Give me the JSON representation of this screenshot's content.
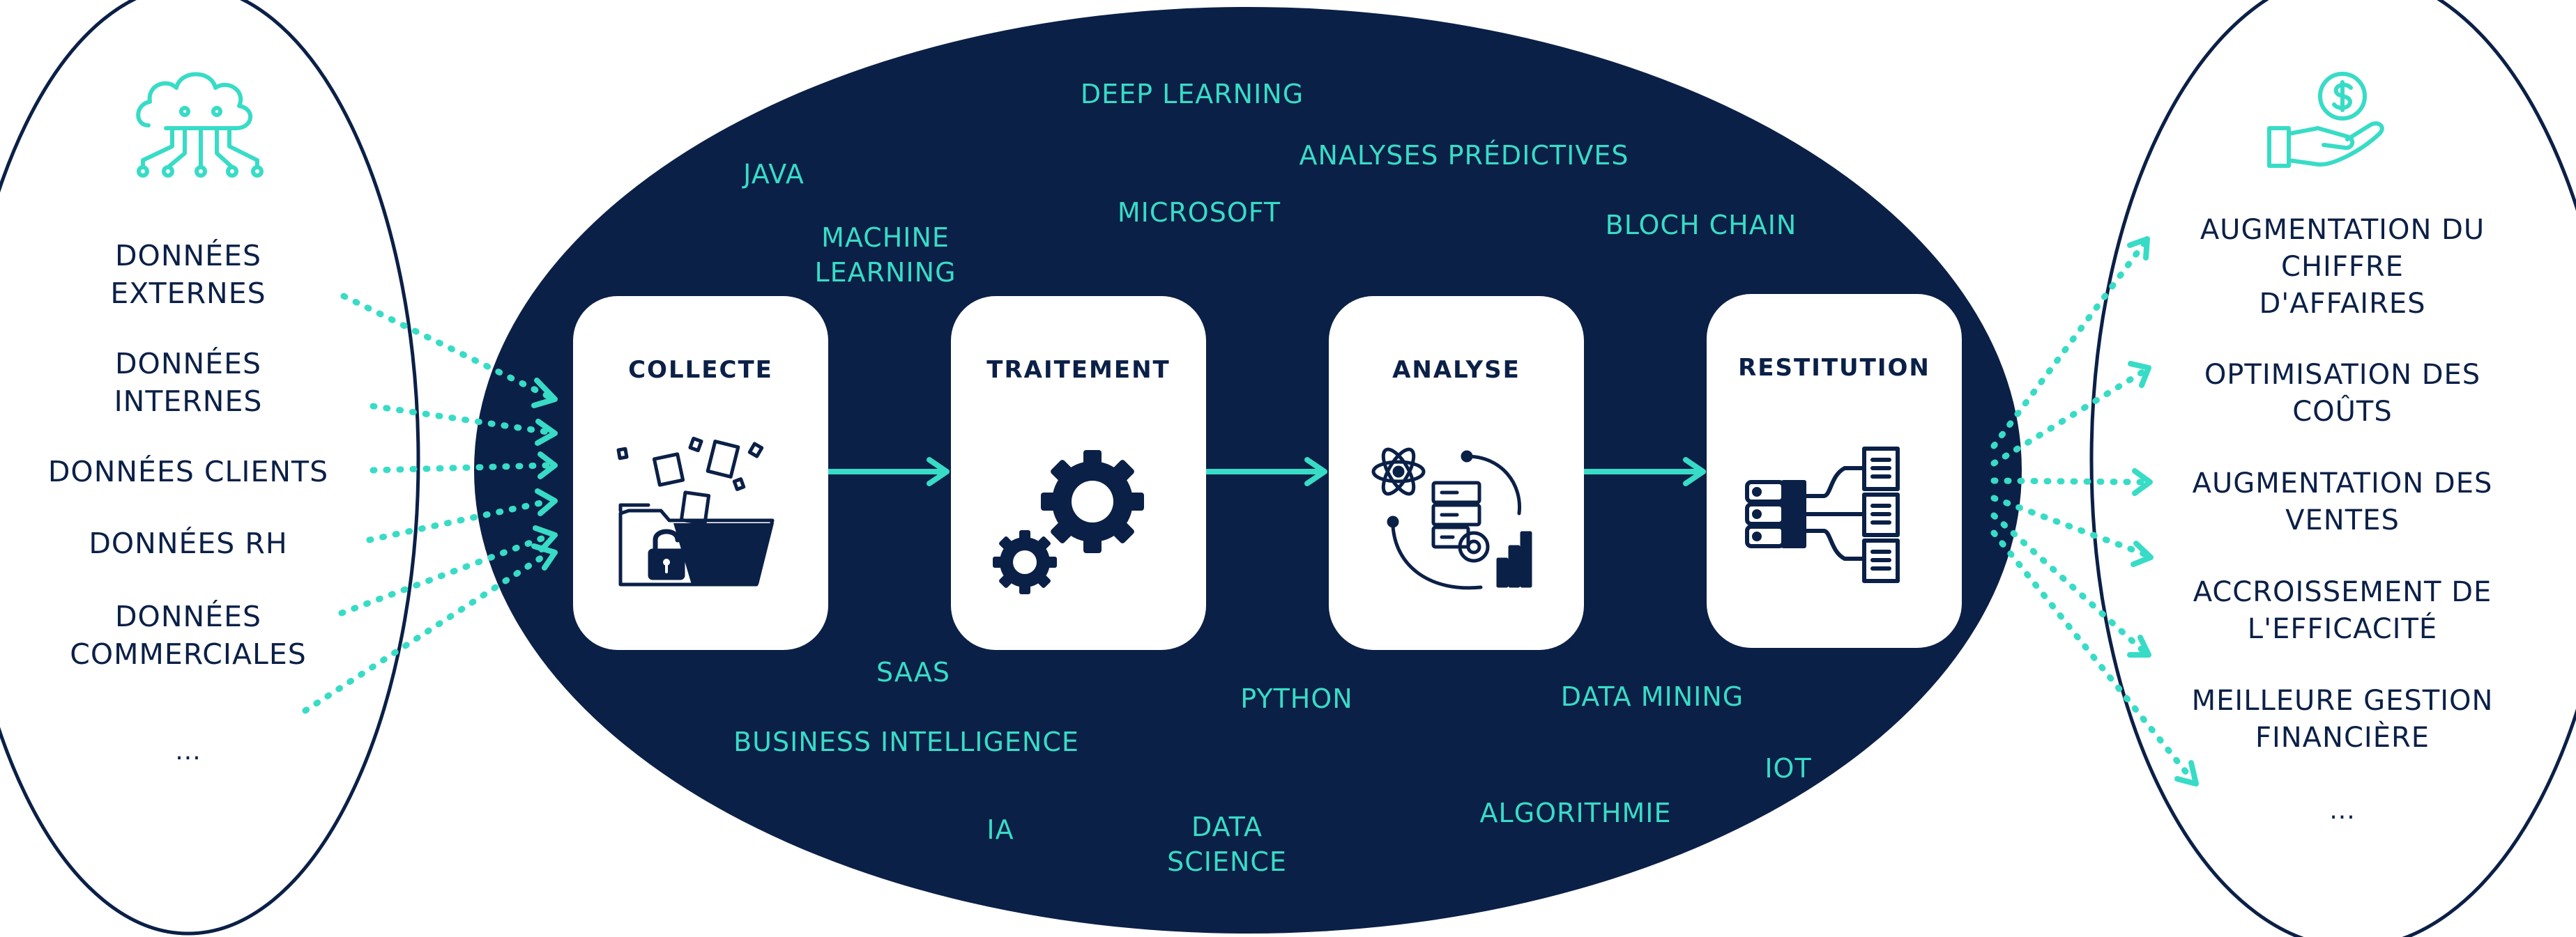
{
  "colors": {
    "navy": "#0b2047",
    "accent": "#38dcc6",
    "background": "#ffffff"
  },
  "sources": [
    "DONNÉES\nEXTERNES",
    "DONNÉES\nINTERNES",
    "DONNÉES CLIENTS",
    "DONNÉES RH",
    "DONNÉES\nCOMMERCIALES",
    "..."
  ],
  "steps": [
    "COLLECTE",
    "TRAITEMENT",
    "ANALYSE",
    "RESTITUTION"
  ],
  "step_icons": [
    "folder-lock-icon",
    "gears-icon",
    "data-analysis-icon",
    "server-network-icon"
  ],
  "keywords": [
    "DEEP LEARNING",
    "JAVA",
    "ANALYSES PRÉDICTIVES",
    "MACHINE\nLEARNING",
    "MICROSOFT",
    "BLOCH CHAIN",
    "SAAS",
    "PYTHON",
    "DATA MINING",
    "BUSINESS INTELLIGENCE",
    "IOT",
    "IA",
    "DATA\nSCIENCE",
    "ALGORITHMIE"
  ],
  "results": [
    "AUGMENTATION DU\nCHIFFRE\nD'AFFAIRES",
    "OPTIMISATION DES\nCOÛTS",
    "AUGMENTATION DES\nVENTES",
    "ACCROISSEMENT DE\nL'EFFICACITÉ",
    "MEILLEURE GESTION\nFINANCIÈRE",
    "..."
  ],
  "left_icon": "cloud-circuit-icon",
  "right_icon": "hand-coin-icon"
}
